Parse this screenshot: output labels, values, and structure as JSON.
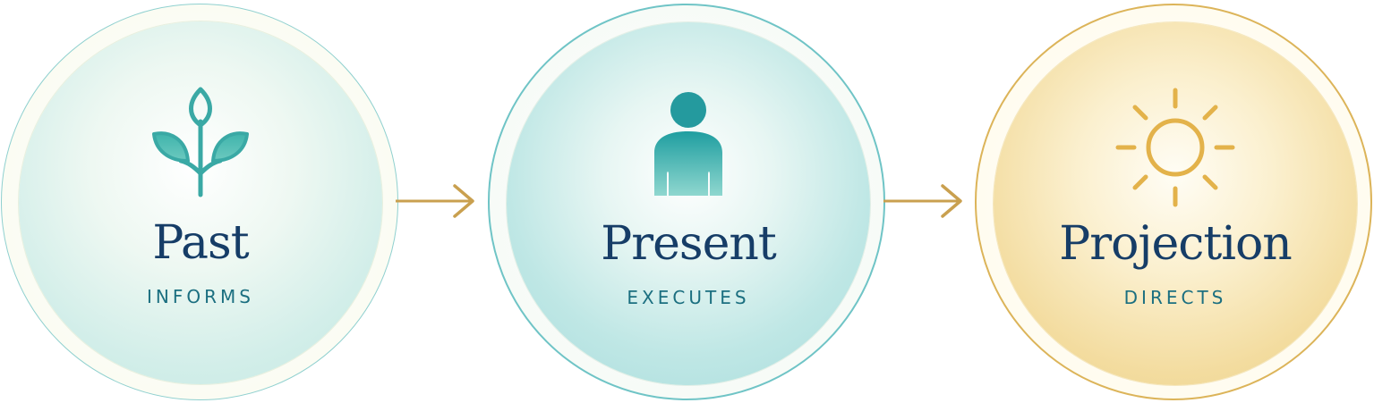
{
  "steps": [
    {
      "title": "Past",
      "subtitle": "INFORMS",
      "icon": "sprout-icon"
    },
    {
      "title": "Present",
      "subtitle": "EXECUTES",
      "icon": "person-icon"
    },
    {
      "title": "Projection",
      "subtitle": "DIRECTS",
      "icon": "sun-icon"
    }
  ],
  "colors": {
    "title": "#163d67",
    "subtitle": "#1b6f80",
    "teal": "#3aa9a5",
    "gold": "#e3b24a",
    "arrow": "#c9a04f"
  }
}
